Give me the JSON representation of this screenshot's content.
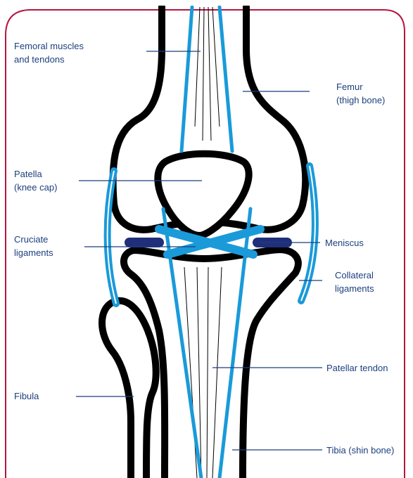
{
  "colors": {
    "frame": "#b5163f",
    "bone": "#000000",
    "muscle": "#1a9ad9",
    "meniscus": "#1f2f7a",
    "leader": "#1c3f7d",
    "label": "#1c3f7d"
  },
  "labels": {
    "femoral_muscles_line1": "Femoral muscles",
    "femoral_muscles_line2": "and tendons",
    "femur_line1": "Femur",
    "femur_line2": "(thigh bone)",
    "patella_line1": "Patella",
    "patella_line2": "(knee cap)",
    "cruciate_line1": "Cruciate",
    "cruciate_line2": "ligaments",
    "meniscus": "Meniscus",
    "collateral_line1": "Collateral",
    "collateral_line2": "ligaments",
    "patellar_tendon": "Patellar tendon",
    "fibula": "Fibula",
    "tibia": "Tibia (shin bone)"
  }
}
